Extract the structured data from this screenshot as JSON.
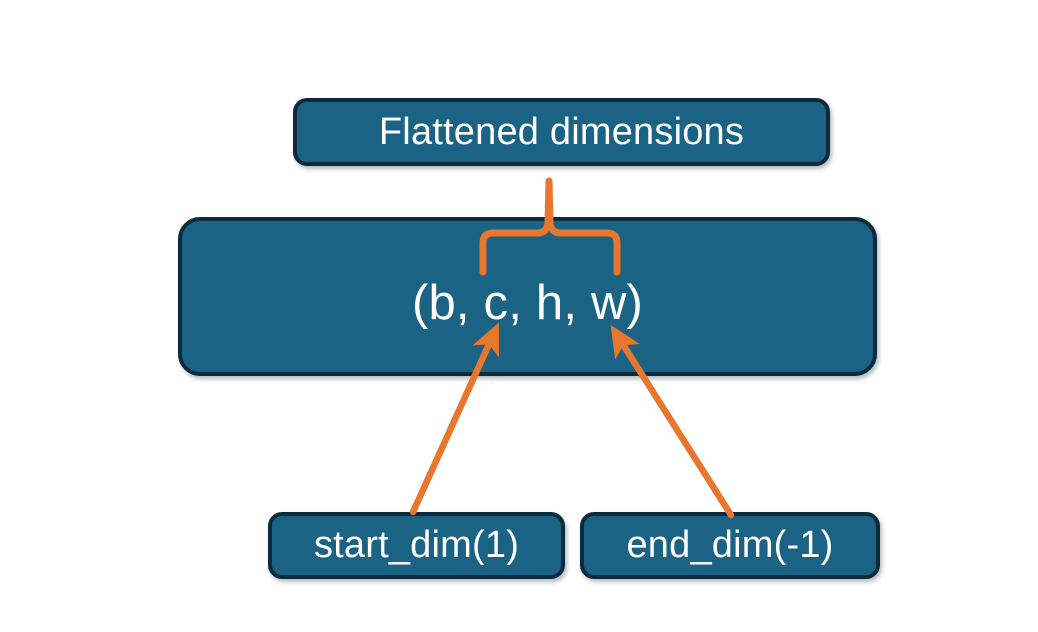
{
  "diagram": {
    "title_node": {
      "id": "flattened-dimensions",
      "label": "Flattened dimensions"
    },
    "shape_node": {
      "id": "tensor-shape",
      "label": "(b, c, h, w)"
    },
    "bottom_nodes": [
      {
        "id": "start-dim",
        "label": "start_dim(1)"
      },
      {
        "id": "end-dim",
        "label": "end_dim(-1)"
      }
    ],
    "connectors": [
      {
        "id": "brace-flattened",
        "type": "curly-brace-up",
        "from": "tensor-shape",
        "to": "flattened-dimensions"
      },
      {
        "id": "arrow-start-dim",
        "type": "arrow",
        "from": "start-dim",
        "to": "tensor-shape"
      },
      {
        "id": "arrow-end-dim",
        "type": "arrow",
        "from": "end-dim",
        "to": "tensor-shape"
      }
    ],
    "colors": {
      "node_fill": "#1a6385",
      "node_border": "#0c2b3c",
      "node_text": "#ffffff",
      "connector": "#e8762c",
      "background": "#ffffff"
    }
  }
}
